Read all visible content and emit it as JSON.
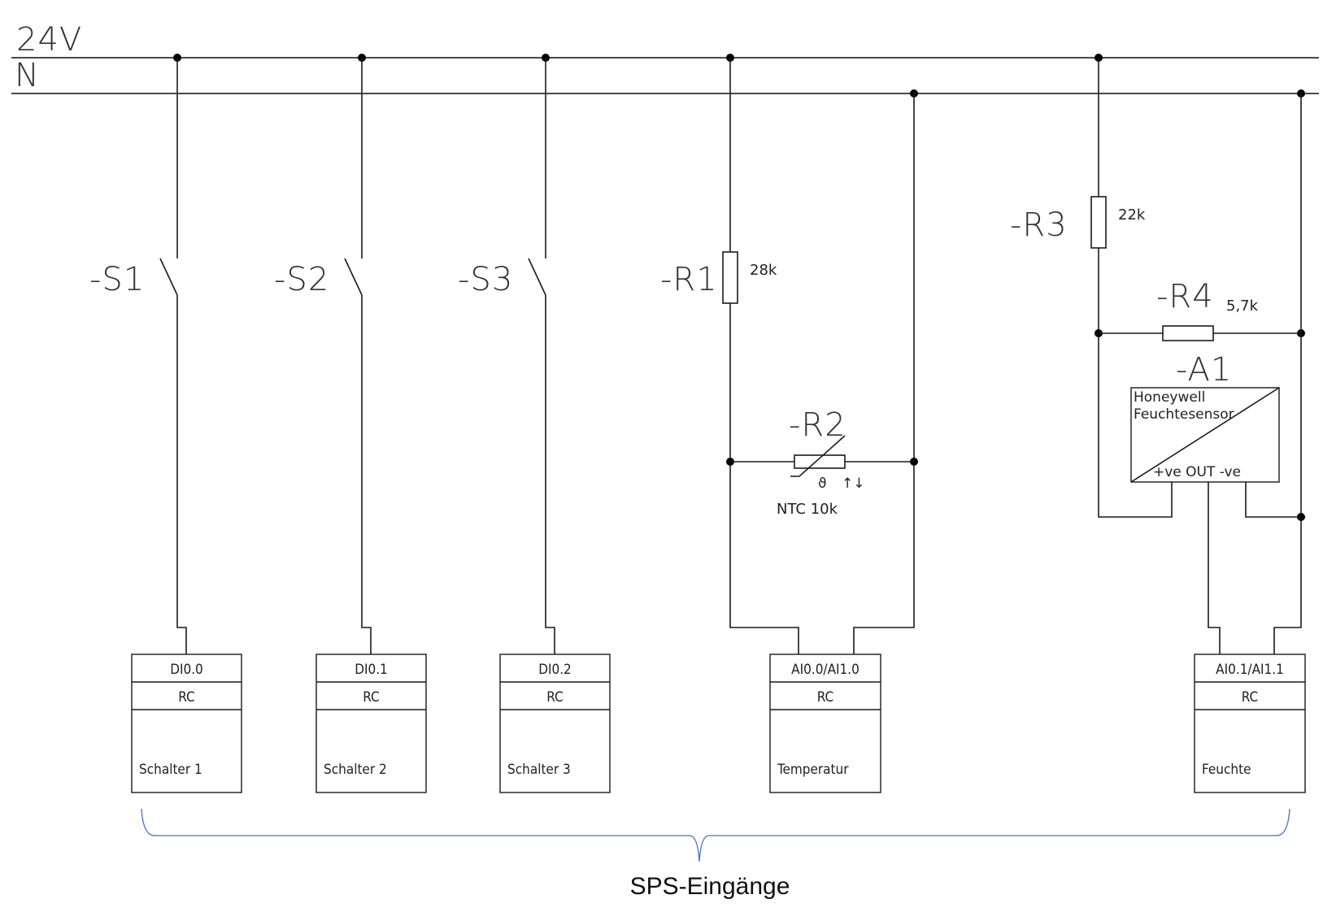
{
  "rails": {
    "supply_label": "24V",
    "neutral_label": "N"
  },
  "switches": [
    {
      "id": "-S1"
    },
    {
      "id": "-S2"
    },
    {
      "id": "-S3"
    }
  ],
  "resistors": {
    "r1": {
      "id": "-R1",
      "value": "28k"
    },
    "r2": {
      "id": "-R2",
      "value": "NTC 10k",
      "theta_symbol": "ϑ",
      "arrows": "↑↓"
    },
    "r3": {
      "id": "-R3",
      "value": "22k"
    },
    "r4": {
      "id": "-R4",
      "value": "5,7k"
    }
  },
  "sensor": {
    "id": "-A1",
    "line1": "Honeywell",
    "line2": "Feuchtesensor",
    "pins": "+ve OUT -ve"
  },
  "inputs": [
    {
      "address": "DI0.0",
      "type": "RC",
      "name": "Schalter 1"
    },
    {
      "address": "DI0.1",
      "type": "RC",
      "name": "Schalter 2"
    },
    {
      "address": "DI0.2",
      "type": "RC",
      "name": "Schalter 3"
    },
    {
      "address": "AI0.0/AI1.0",
      "type": "RC",
      "name": "Temperatur"
    },
    {
      "address": "AI0.1/AI1.1",
      "type": "RC",
      "name": "Feuchte"
    }
  ],
  "caption": "SPS-Eingänge",
  "colors": {
    "brace": "#4472c4",
    "wire": "#1a1a1a"
  }
}
